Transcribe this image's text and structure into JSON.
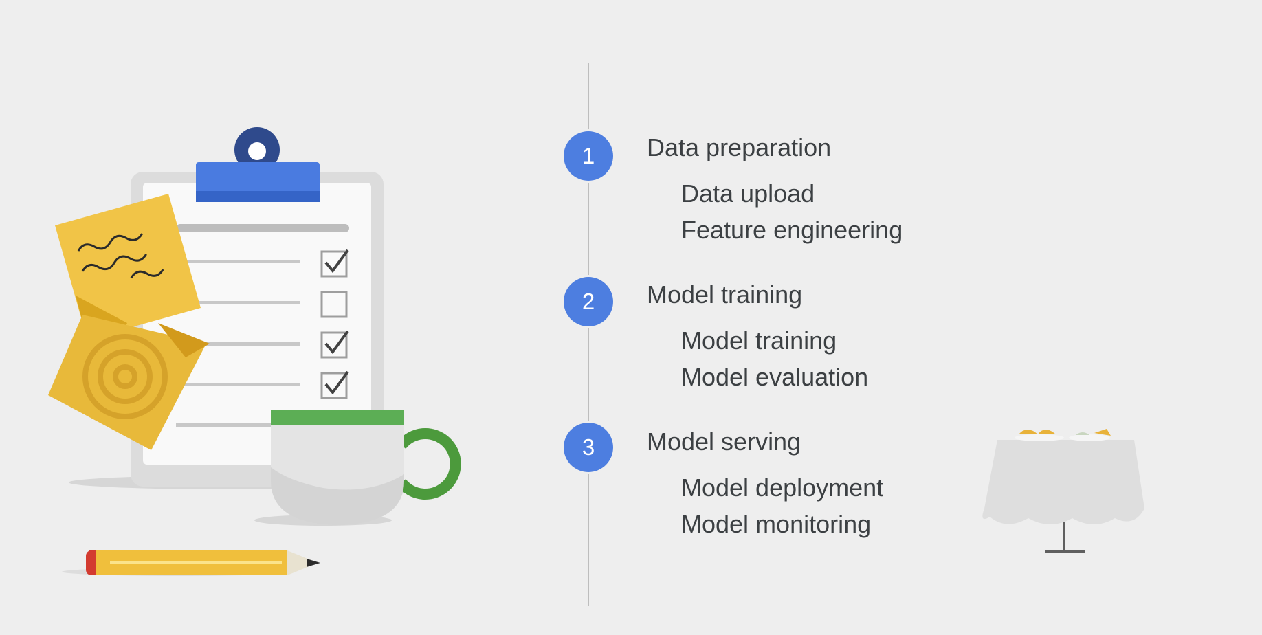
{
  "steps": [
    {
      "number": "1",
      "title": "Data preparation",
      "substeps": [
        "Data upload",
        "Feature engineering"
      ]
    },
    {
      "number": "2",
      "title": "Model training",
      "substeps": [
        "Model training",
        "Model evaluation"
      ]
    },
    {
      "number": "3",
      "title": "Model serving",
      "substeps": [
        "Model deployment",
        "Model monitoring"
      ]
    }
  ],
  "colors": {
    "background": "#eeeeee",
    "step_circle": "#4d7ee0",
    "text": "#3c4043",
    "timeline": "#bdbdbd"
  },
  "icons": [
    "clipboard-icon",
    "sticky-note-icon",
    "target-icon",
    "coffee-cup-icon",
    "pencil-icon",
    "dining-table-icon"
  ]
}
